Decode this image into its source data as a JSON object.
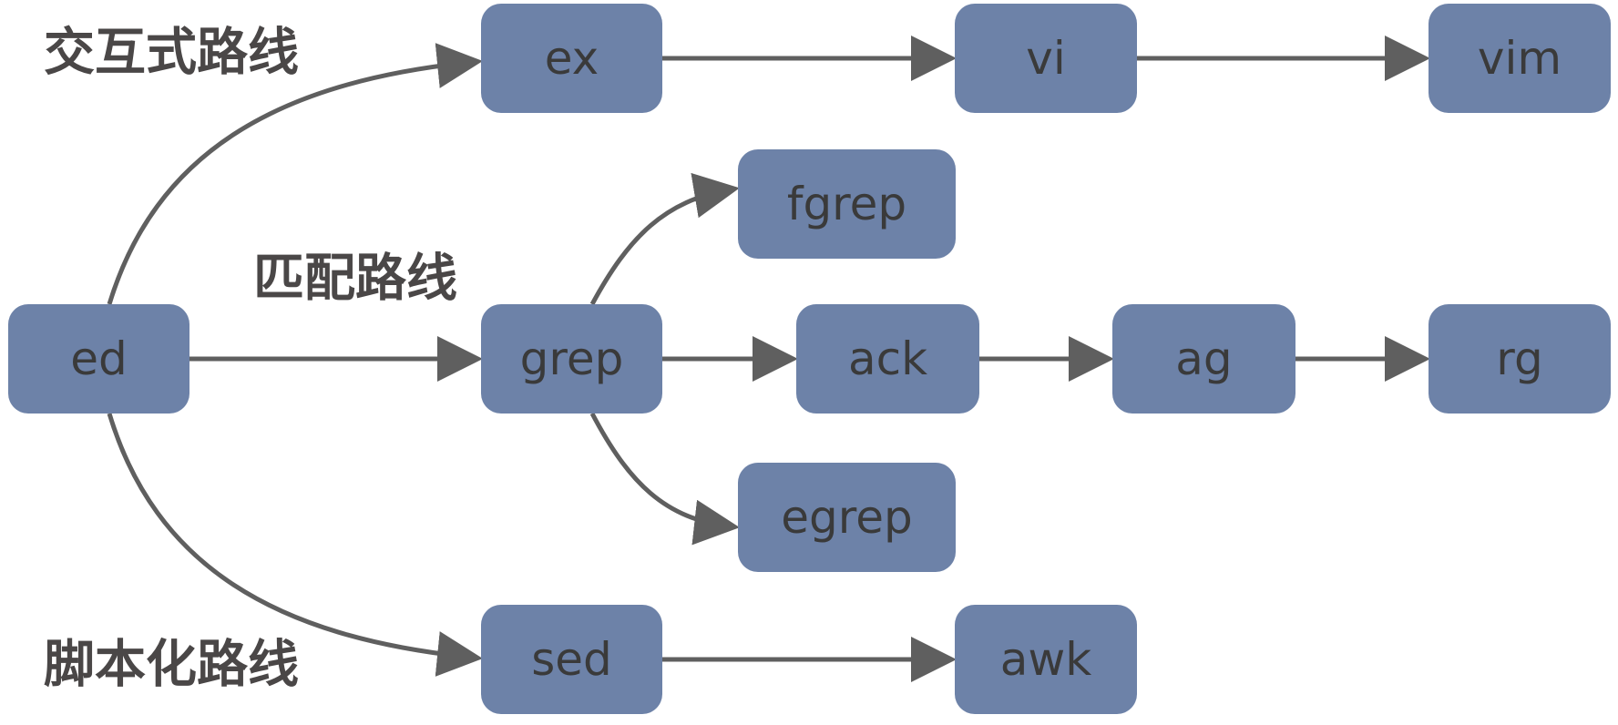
{
  "route_labels": {
    "interactive": "交互式路线",
    "matching": "匹配路线",
    "scripting": "脚本化路线"
  },
  "nodes": {
    "ed": "ed",
    "ex": "ex",
    "vi": "vi",
    "vim": "vim",
    "grep": "grep",
    "fgrep": "fgrep",
    "ack": "ack",
    "ag": "ag",
    "rg": "rg",
    "egrep": "egrep",
    "sed": "sed",
    "awk": "awk"
  },
  "edges": [
    [
      "ed",
      "ex"
    ],
    [
      "ex",
      "vi"
    ],
    [
      "vi",
      "vim"
    ],
    [
      "ed",
      "grep"
    ],
    [
      "grep",
      "fgrep"
    ],
    [
      "grep",
      "ack"
    ],
    [
      "ack",
      "ag"
    ],
    [
      "ag",
      "rg"
    ],
    [
      "grep",
      "egrep"
    ],
    [
      "ed",
      "sed"
    ],
    [
      "sed",
      "awk"
    ]
  ],
  "colors": {
    "node_fill": "#6d82a8",
    "node_text": "#3a3a3a",
    "edge": "#5f5f5f",
    "label": "#4a4747"
  }
}
